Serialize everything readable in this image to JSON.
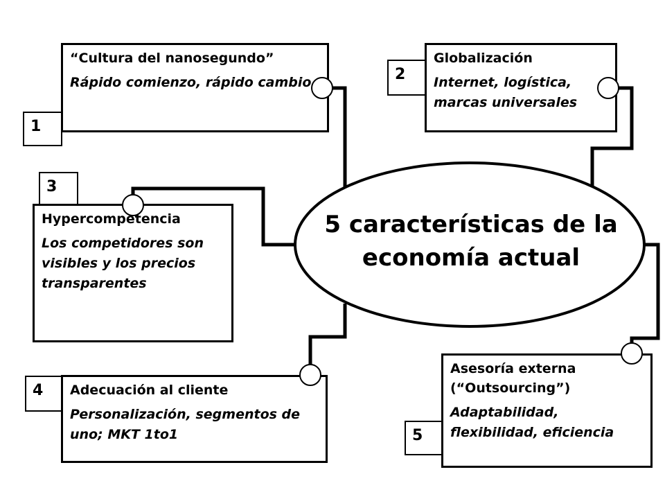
{
  "center": {
    "line1": "5 características de la",
    "line2": "economía actual"
  },
  "items": [
    {
      "number": "1",
      "title": "Cultura del nanosegundo",
      "description": "Rápido comienzo, rápido cambio"
    },
    {
      "number": "2",
      "title": "Globalización",
      "description": "Internet, logística, marcas universales"
    },
    {
      "number": "3",
      "title": "Hypercompetencia",
      "description": "Los competidores son visibles y los precios transparentes"
    },
    {
      "number": "4",
      "title": "Adecuación al cliente",
      "description": "Personalización, segmentos de uno; MKT 1to1"
    },
    {
      "number": "5",
      "title": "Asesoría externa",
      "subtitle": "Outsourcing",
      "description": "Adaptabilidad, flexibilidad, eficiencia"
    }
  ]
}
